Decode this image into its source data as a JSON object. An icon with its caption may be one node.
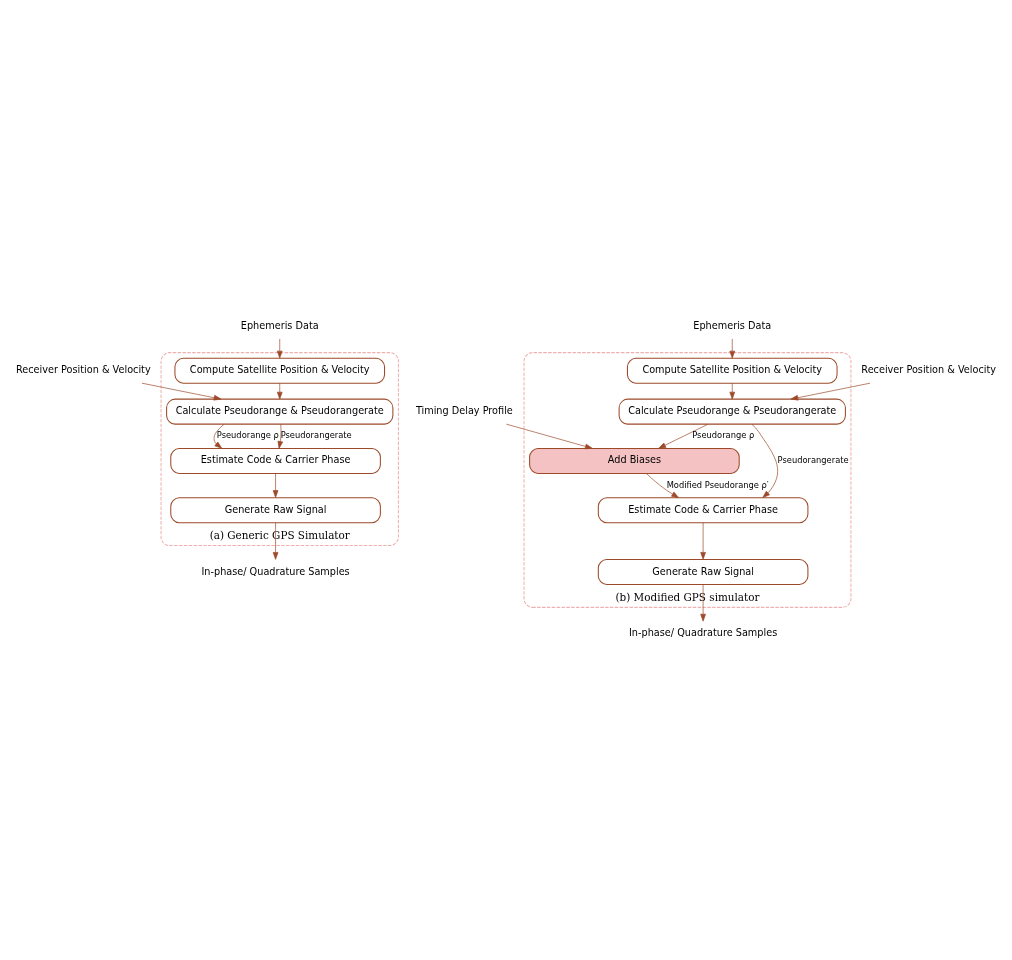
{
  "diagram": {
    "nodes": [
      {
        "text": [
          "(a) Generic GPS Simulator"
        ]
      },
      {
        "text": [
          "Ephemeris Data"
        ]
      },
      {
        "text": [
          "Receiver Position & Velocity"
        ]
      },
      {
        "text": [
          "Compute Satellite Position & Velocity"
        ],
        "in": 0
      },
      {
        "text": [
          "Calculate Pseudorange & Pseudorangerate"
        ],
        "in": 0
      },
      {
        "text": [
          "Estimate Code & Carrier Phase"
        ],
        "in": 0
      },
      {
        "text": [
          "Generate Raw Signal"
        ],
        "in": 0
      },
      {
        "text": [
          "In-phase/ Quadrature Samples"
        ]
      },
      {
        "text": [
          "(b) Modified GPS simulator"
        ]
      },
      {
        "text": [
          "Ephemeris Data"
        ]
      },
      {
        "text": [
          "Receiver Position & Velocity"
        ]
      },
      {
        "text": [
          "Timing Delay Profile"
        ]
      },
      {
        "text": [
          "Compute Satellite Position & Velocity"
        ],
        "in": 8
      },
      {
        "text": [
          "Calculate Pseudorange & Pseudorangerate"
        ],
        "in": 8
      },
      {
        "text": [
          "Add Biases"
        ],
        "in": 8
      },
      {
        "text": [
          "Estimate Code & Carrier Phase"
        ],
        "in": 8
      },
      {
        "text": [
          "Generate Raw Signal"
        ],
        "in": 8
      },
      {
        "text": [
          "In-phase/ Quadrature Samples"
        ]
      }
    ],
    "edges": [
      {
        "from": 1,
        "to": 3,
        "arrow": "to"
      },
      {
        "from": 2,
        "to": 4,
        "arrow": "to"
      },
      {
        "from": 3,
        "to": 4,
        "arrow": "to"
      },
      {
        "from": 4,
        "to": 5,
        "arrow": "to",
        "label": "Pseudorange ρ"
      },
      {
        "from": 4,
        "to": 5,
        "arrow": "to",
        "label": "Pseudorangerate"
      },
      {
        "from": 5,
        "to": 6,
        "arrow": "to"
      },
      {
        "from": 6,
        "to": 7,
        "arrow": "to"
      },
      {
        "from": 9,
        "to": 12,
        "arrow": "to"
      },
      {
        "from": 10,
        "to": 13,
        "arrow": "to"
      },
      {
        "from": 11,
        "to": 14,
        "arrow": "to"
      },
      {
        "from": 12,
        "to": 13,
        "arrow": "to"
      },
      {
        "from": 13,
        "to": 14,
        "arrow": "to",
        "label": "Pseudorange ρ"
      },
      {
        "from": 14,
        "to": 15,
        "arrow": "to",
        "label": "Modified Pseudorange ρ′"
      },
      {
        "from": 13,
        "to": 15,
        "arrow": "to",
        "label": "Pseudorangerate"
      },
      {
        "from": 15,
        "to": 16,
        "arrow": "to"
      },
      {
        "from": 16,
        "to": 17,
        "arrow": "to"
      }
    ]
  }
}
